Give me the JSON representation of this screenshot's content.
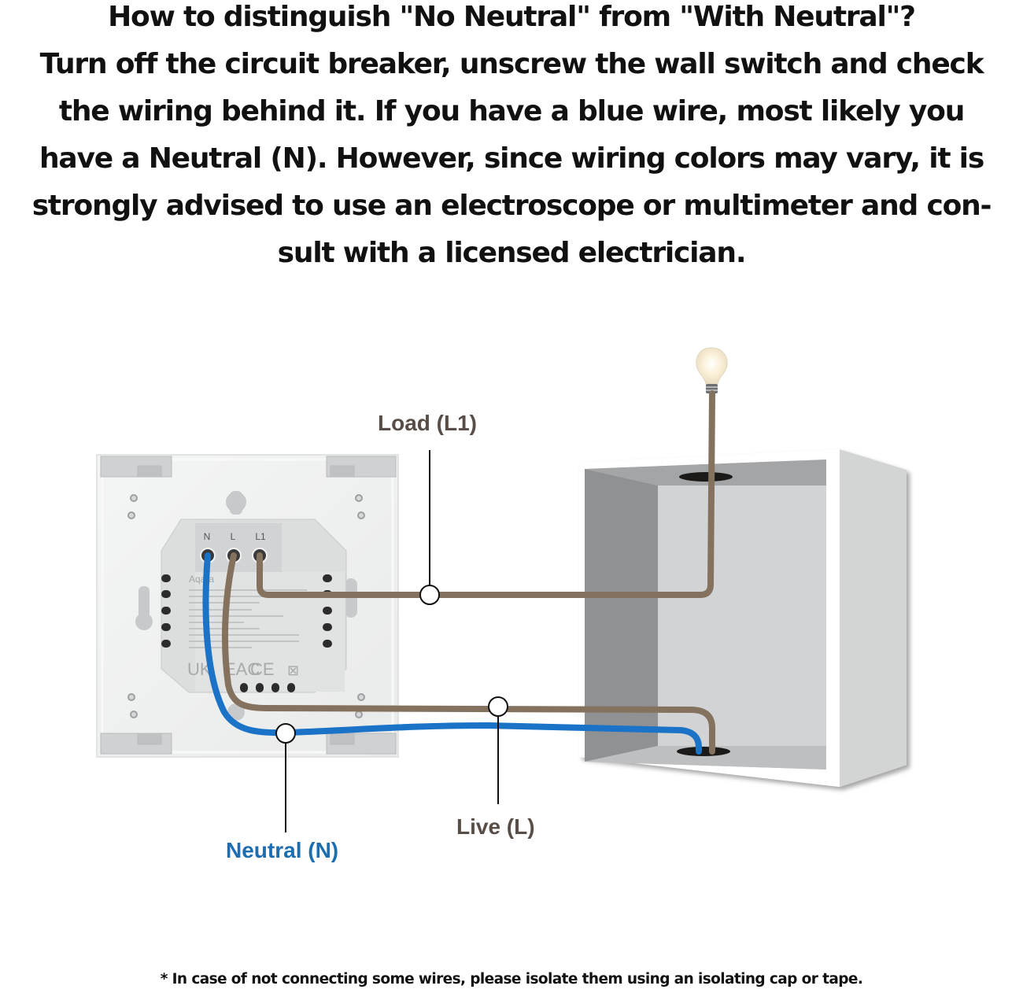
{
  "heading": {
    "question": "How to distinguish \"No Neutral\" from \"With Neutral\"?",
    "lines": [
      "Turn off the circuit breaker, unscrew the wall switch and check",
      "the wiring behind it. If you have a blue wire, most likely you",
      "have a Neutral (N). However, since wiring colors may vary, it is",
      "strongly advised  to use an electroscope or multimeter and con-",
      "sult with a licensed electrician."
    ]
  },
  "diagram": {
    "terminals": [
      "N",
      "L",
      "L1"
    ],
    "brand_mark": "Aqara",
    "callouts": {
      "load": "Load (L1)",
      "live": "Live (L)",
      "neutral": "Neutral (N)"
    },
    "colors": {
      "neutral_wire": "#1a73c6",
      "live_wire": "#84725e",
      "label_dark": "#584e47",
      "label_blue": "#1e6db0"
    }
  },
  "footnote": "* In case of not connecting some wires, please isolate them using an isolating cap or tape."
}
